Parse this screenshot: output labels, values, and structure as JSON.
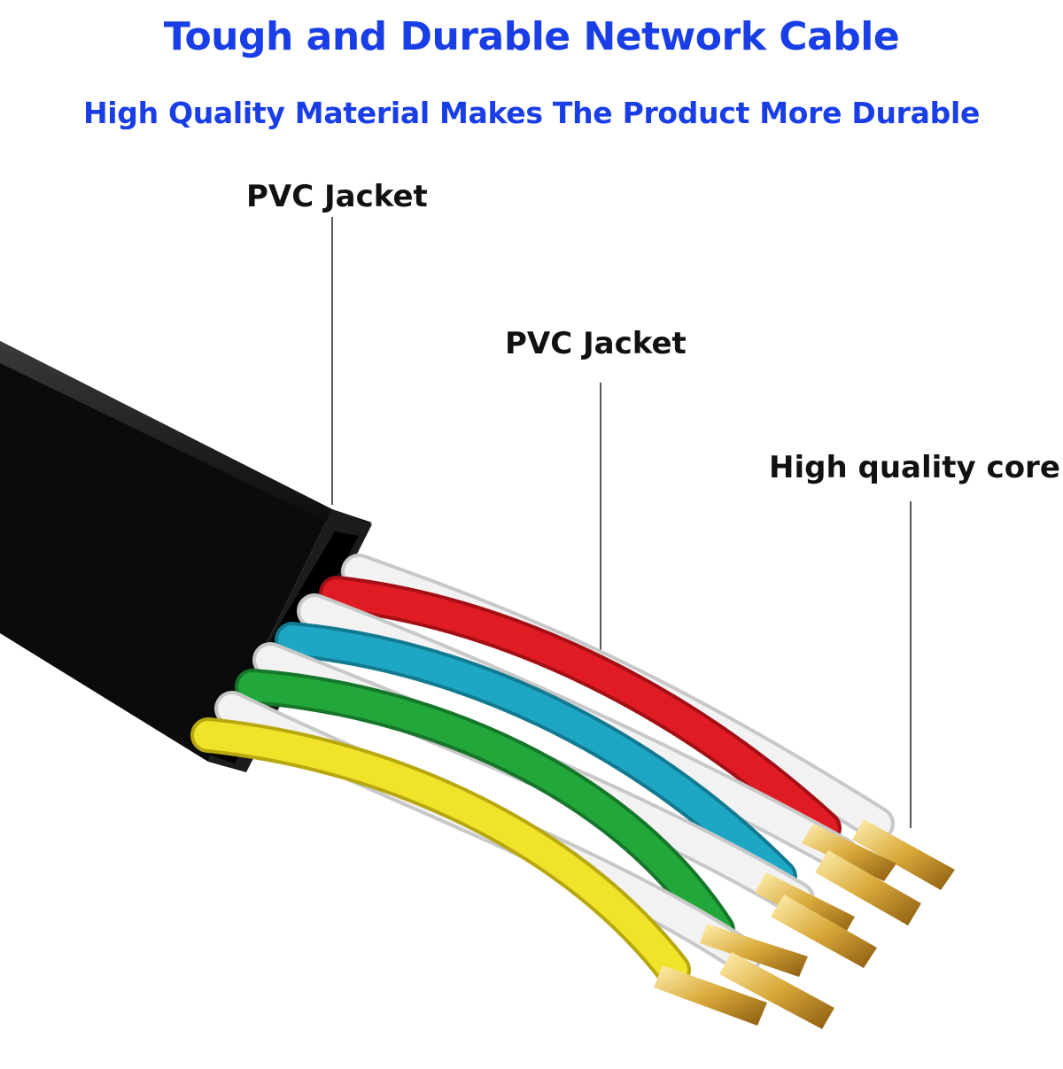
{
  "header": {
    "title": "Tough and Durable Network Cable",
    "subtitle": "High Quality Material Makes The Product More Durable"
  },
  "callouts": {
    "outer_jacket": "PVC Jacket",
    "inner_jacket": "PVC Jacket",
    "core": "High quality core"
  },
  "colors": {
    "heading": "#1a3ee6",
    "cable_jacket": "#0b0b0b",
    "wire_insulation_white": "#f2f2f2",
    "wire_red": "#e01b24",
    "wire_blue": "#1ea7c4",
    "wire_green": "#22a83a",
    "wire_yellow": "#f1e22a",
    "copper": "#d9a93a"
  },
  "image": {
    "subject": "flat-ethernet-cable-cutaway-icon"
  }
}
